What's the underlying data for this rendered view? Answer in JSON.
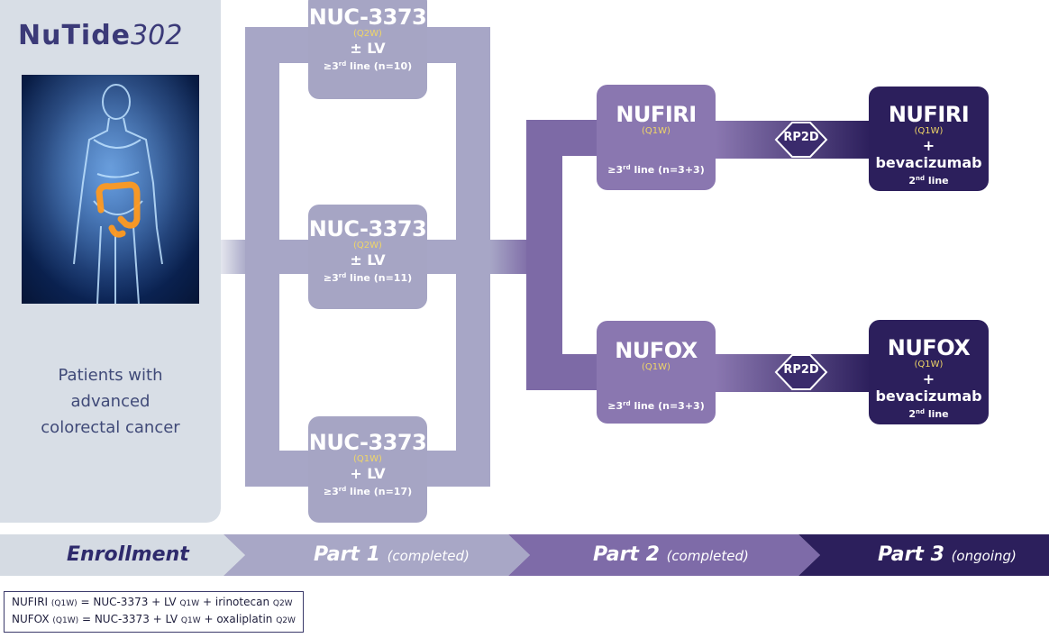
{
  "logo": {
    "nu": "NuTide",
    "num": "302"
  },
  "enrollment": {
    "description_lines": [
      "Patients with",
      "advanced",
      "colorectal cancer"
    ]
  },
  "part1": {
    "boxes": [
      {
        "title": "NUC-3373",
        "schedule": "(Q2W)",
        "drug": "± LV",
        "line_prefix": "≥3",
        "line_sup": "rd",
        "line_suffix": " line (n=10)"
      },
      {
        "title": "NUC-3373",
        "schedule": "(Q2W)",
        "drug": "± LV",
        "line_prefix": "≥3",
        "line_sup": "rd",
        "line_suffix": " line (n=11)"
      },
      {
        "title": "NUC-3373",
        "schedule": "(Q1W)",
        "drug": "+ LV",
        "line_prefix": "≥3",
        "line_sup": "rd",
        "line_suffix": " line (n=17)"
      }
    ]
  },
  "part2": {
    "boxes": [
      {
        "title": "NUFIRI",
        "schedule": "(Q1W)",
        "line_prefix": "≥3",
        "line_sup": "rd",
        "line_suffix": " line (n=3+3)"
      },
      {
        "title": "NUFOX",
        "schedule": "(Q1W)",
        "line_prefix": "≥3",
        "line_sup": "rd",
        "line_suffix": " line (n=3+3)"
      }
    ]
  },
  "rp2d_label": "RP2D",
  "part3": {
    "boxes": [
      {
        "title": "NUFIRI",
        "schedule": "(Q1W)",
        "drug": "+ bevacizumab",
        "line_prefix": "2",
        "line_sup": "nd",
        "line_suffix": " line"
      },
      {
        "title": "NUFOX",
        "schedule": "(Q1W)",
        "drug": "+ bevacizumab",
        "line_prefix": "2",
        "line_sup": "nd",
        "line_suffix": " line"
      }
    ]
  },
  "phase_bar": {
    "enrollment": "Enrollment",
    "part1": "Part 1",
    "part1_status": "(completed)",
    "part2": "Part 2",
    "part2_status": "(completed)",
    "part3": "Part 3",
    "part3_status": "(ongoing)"
  },
  "legend": {
    "row1": {
      "name": "NUFIRI",
      "sched": "(Q1W)",
      "eq": "= NUC-3373 + LV",
      "s1": "Q1W",
      "plus": "+ irinotecan",
      "s2": "Q2W"
    },
    "row2": {
      "name": "NUFOX",
      "sched": "(Q1W)",
      "eq": "= NUC-3373 + LV",
      "s1": "Q1W",
      "plus": "+ oxaliplatin",
      "s2": "Q2W"
    }
  },
  "colors": {
    "part1": "#a6a5c4",
    "part2": "#8a77b0",
    "part3": "#2c1f5c",
    "enrollment": "#d8dee6",
    "schedule_text": "#f0d666",
    "title_text": "#3b3a78"
  }
}
